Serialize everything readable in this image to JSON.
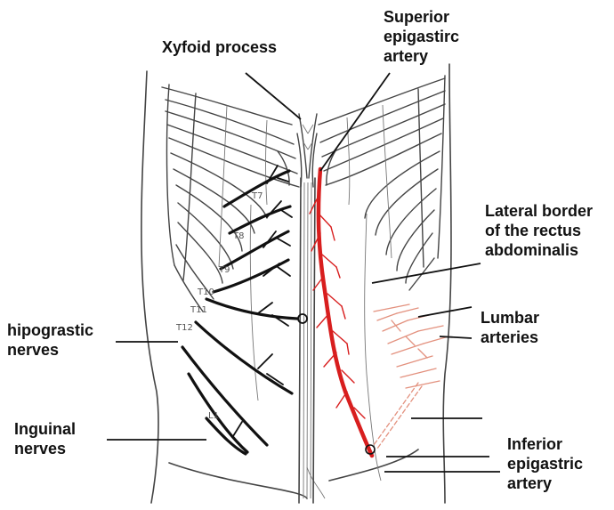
{
  "labels": {
    "xyfoid": "Xyfoid process",
    "superior_1": "Superior",
    "superior_2": "epigastirc",
    "superior_3": "artery",
    "lateral_1": "Lateral border",
    "lateral_2": "of the rectus",
    "lateral_3": "abdominalis",
    "lumbar_1": "Lumbar",
    "lumbar_2": "arteries",
    "hipogastric_1": "hipograstic",
    "hipogastric_2": "nerves",
    "inguinal_1": "Inguinal",
    "inguinal_2": "nerves",
    "inferior_1": "Inferior",
    "inferior_2": "epigastric",
    "inferior_3": "artery"
  },
  "nerve_levels": {
    "t7": "T7",
    "t8": "T8",
    "t9": "T9",
    "t10": "T10",
    "t11": "T11",
    "t12": "T12",
    "l1": "L1"
  },
  "colors": {
    "artery": "#d81e1e",
    "nerve": "#111111",
    "lumbar_artery": "#e3917e",
    "outline": "#444444"
  }
}
